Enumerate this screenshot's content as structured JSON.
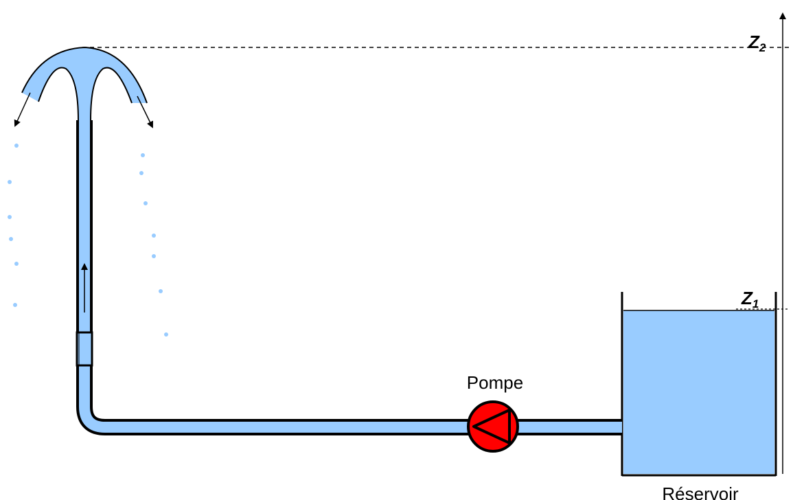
{
  "diagram": {
    "labels": {
      "pump": "Pompe",
      "reservoir": "Réservoir",
      "z1_base": "Z",
      "z1_sub": "1",
      "z2_base": "Z",
      "z2_sub": "2"
    },
    "colors": {
      "water": "#99ccff",
      "pipe_outline": "#000000",
      "pump_fill": "#ff0000",
      "droplet": "#99ccff"
    },
    "icons": {
      "pump": "pump-icon",
      "flow_arrow": "arrow-up-icon"
    }
  }
}
